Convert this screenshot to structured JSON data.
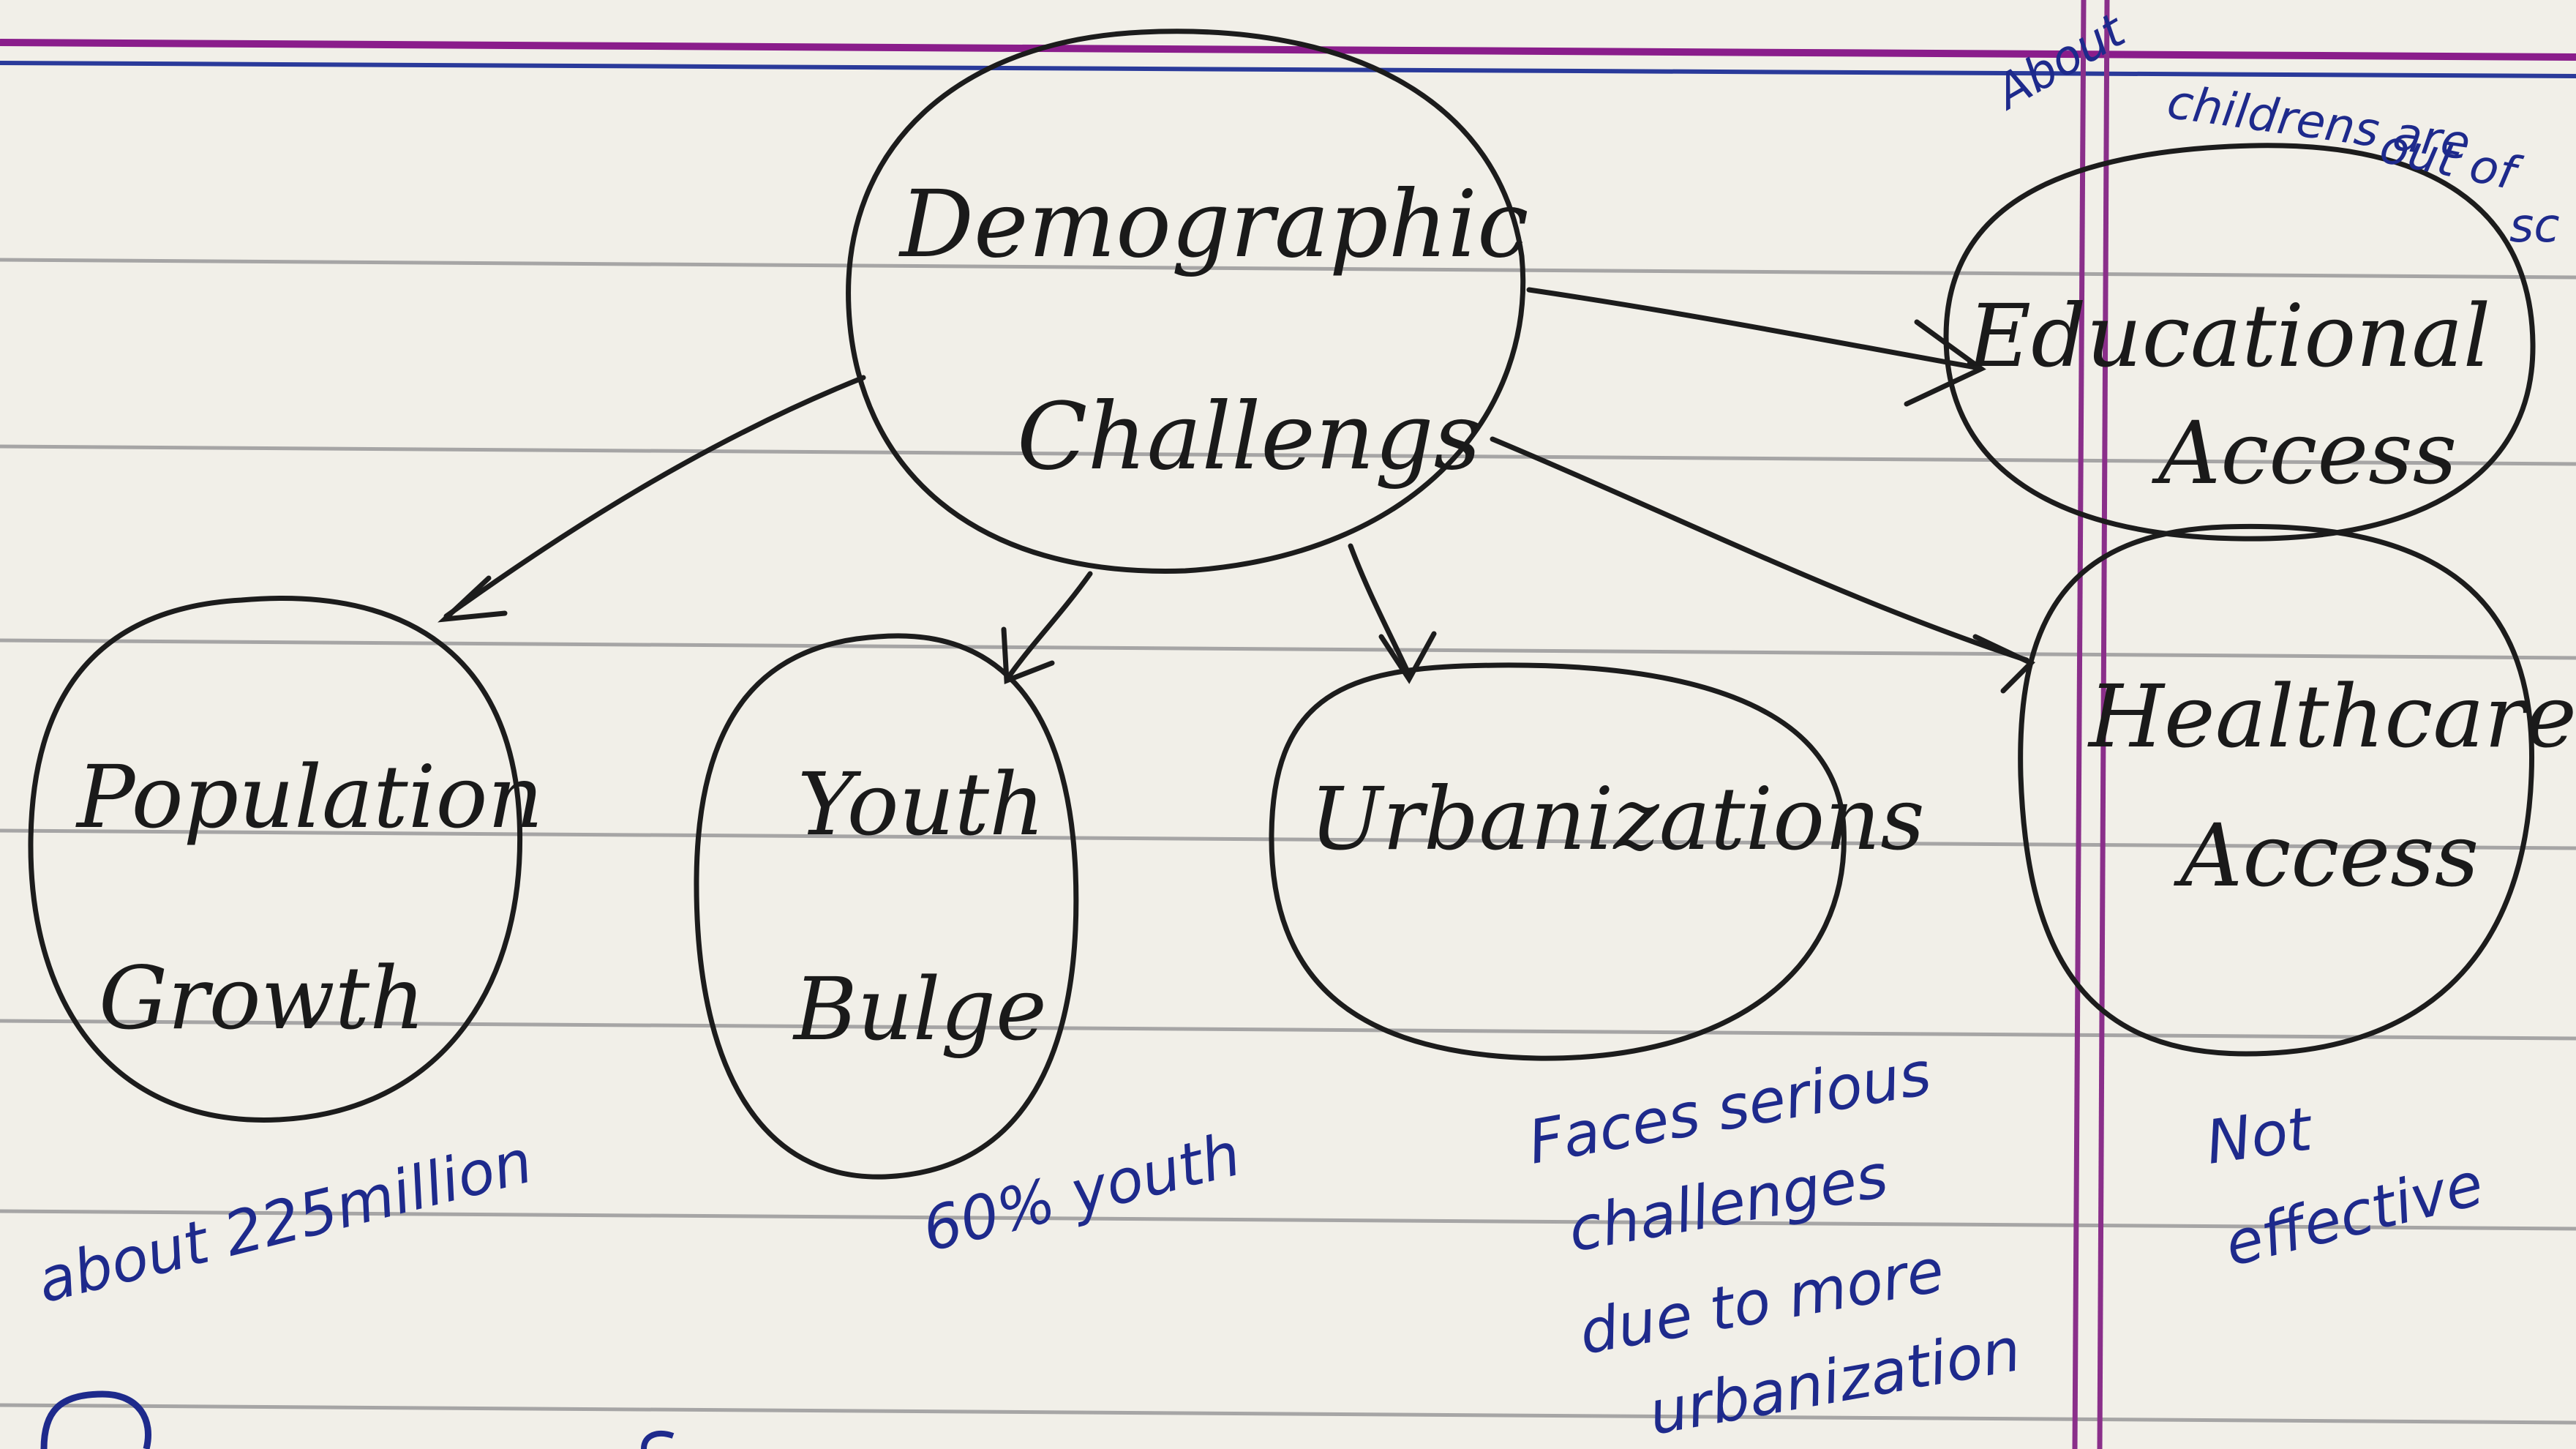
{
  "colors": {
    "paper": "#f1efe8",
    "rule_line": "#8d8d8f",
    "top_margin_purple": "#8a1d8b",
    "top_margin_blue": "#2a3a9a",
    "side_margin_purple": "#8a2f8a",
    "ink_black": "#1a1a1a",
    "ink_blue": "#1e2a8c"
  },
  "nodes": {
    "center": {
      "line1": "Demographic",
      "line2": "Challengs"
    },
    "population": {
      "line1": "Population",
      "line2": "Growth"
    },
    "youth": {
      "line1": "Youth",
      "line2": "Bulge"
    },
    "urban": {
      "line1": "Urbanizations"
    },
    "education": {
      "line1": "Educational",
      "line2": "Access"
    },
    "health": {
      "line1": "Healthcare",
      "line2": "Access"
    }
  },
  "notes": {
    "population": "about 225million",
    "youth": "60% youth",
    "urban": [
      "Faces serious",
      "challenges",
      "due to more",
      "urbanization"
    ],
    "health": [
      "Not",
      "effective"
    ],
    "education": [
      "About",
      "childrens are",
      "out of",
      "sc"
    ]
  }
}
